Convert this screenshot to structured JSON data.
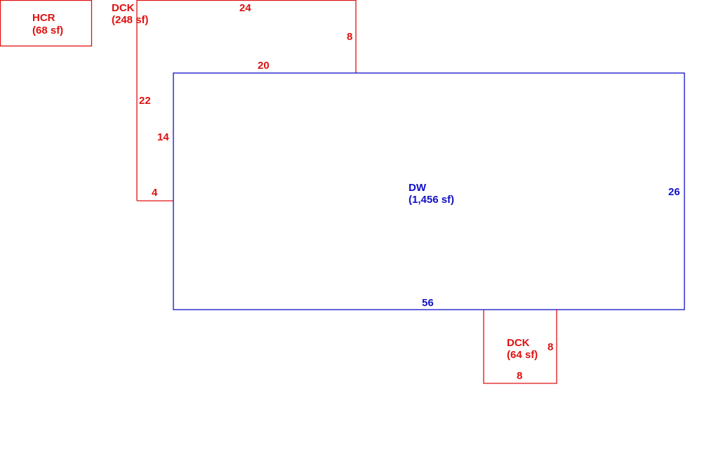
{
  "colors": {
    "addition": "#e01010",
    "main_structure": "#1010c8",
    "background": "#ffffff"
  },
  "areas": {
    "hcr": {
      "code": "HCR",
      "area": "(68 sf)"
    },
    "deck_upper": {
      "code": "DCK",
      "area": "(248 sf)"
    },
    "dwelling": {
      "code": "DW",
      "area": "(1,456 sf)"
    },
    "deck_lower": {
      "code": "DCK",
      "area": "(64 sf)"
    }
  },
  "dimensions": {
    "deck_upper_top": "24",
    "deck_upper_right": "8",
    "deck_upper_inner": "20",
    "deck_upper_left": "22",
    "deck_upper_inner_left": "14",
    "deck_upper_bottom": "4",
    "dwelling_right": "26",
    "dwelling_bottom": "56",
    "deck_lower_right": "8",
    "deck_lower_bottom": "8"
  }
}
